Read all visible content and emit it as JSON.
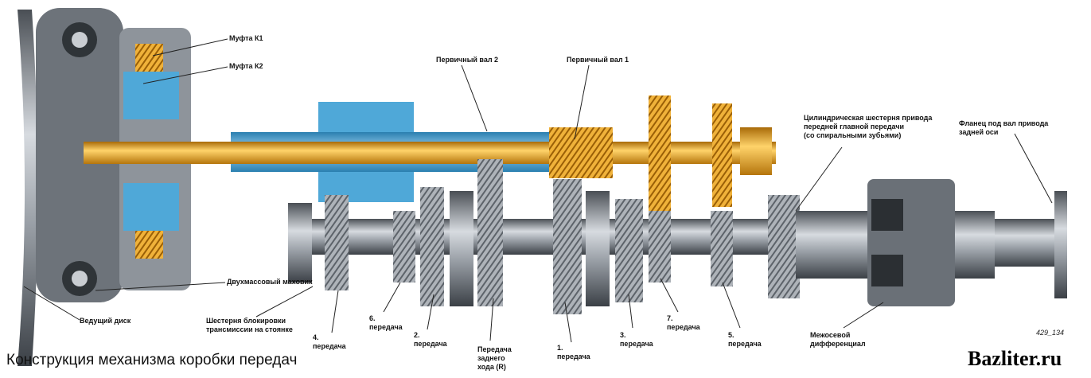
{
  "title": "Конструкция механизма коробки передач",
  "watermark": "Bazliter.ru",
  "figure_code": "429_134",
  "labels": {
    "clutch_k1": "Муфта К1",
    "clutch_k2": "Муфта К2",
    "input_shaft_2": "Первичный вал 2",
    "input_shaft_1": "Первичный вал 1",
    "front_drive_gear": [
      "Цилиндрическая шестерня привода",
      "передней главной передачи",
      "(со спиральными зубьями)"
    ],
    "rear_flange": [
      "Фланец под вал привода",
      "задней оси"
    ],
    "dual_mass_flywheel": "Двухмассовый маховик",
    "drive_plate": "Ведущий диск",
    "parking_lock_gear": [
      "Шестерня блокировки",
      "трансмиссии на стоянке"
    ],
    "gear_4": [
      "4.",
      "передача"
    ],
    "gear_6": [
      "6.",
      "передача"
    ],
    "gear_2": [
      "2.",
      "передача"
    ],
    "gear_r": [
      "Передача",
      "заднего",
      "хода (R)"
    ],
    "gear_1": [
      "1.",
      "передача"
    ],
    "gear_3": [
      "3.",
      "передача"
    ],
    "gear_7": [
      "7.",
      "передача"
    ],
    "gear_5": [
      "5.",
      "передача"
    ],
    "center_diff": [
      "Межосевой",
      "дифференциал"
    ]
  },
  "colors": {
    "shaft_orange": "#e8a21c",
    "hollow_blue": "#4fa8d8",
    "steel": "#8a9097"
  }
}
